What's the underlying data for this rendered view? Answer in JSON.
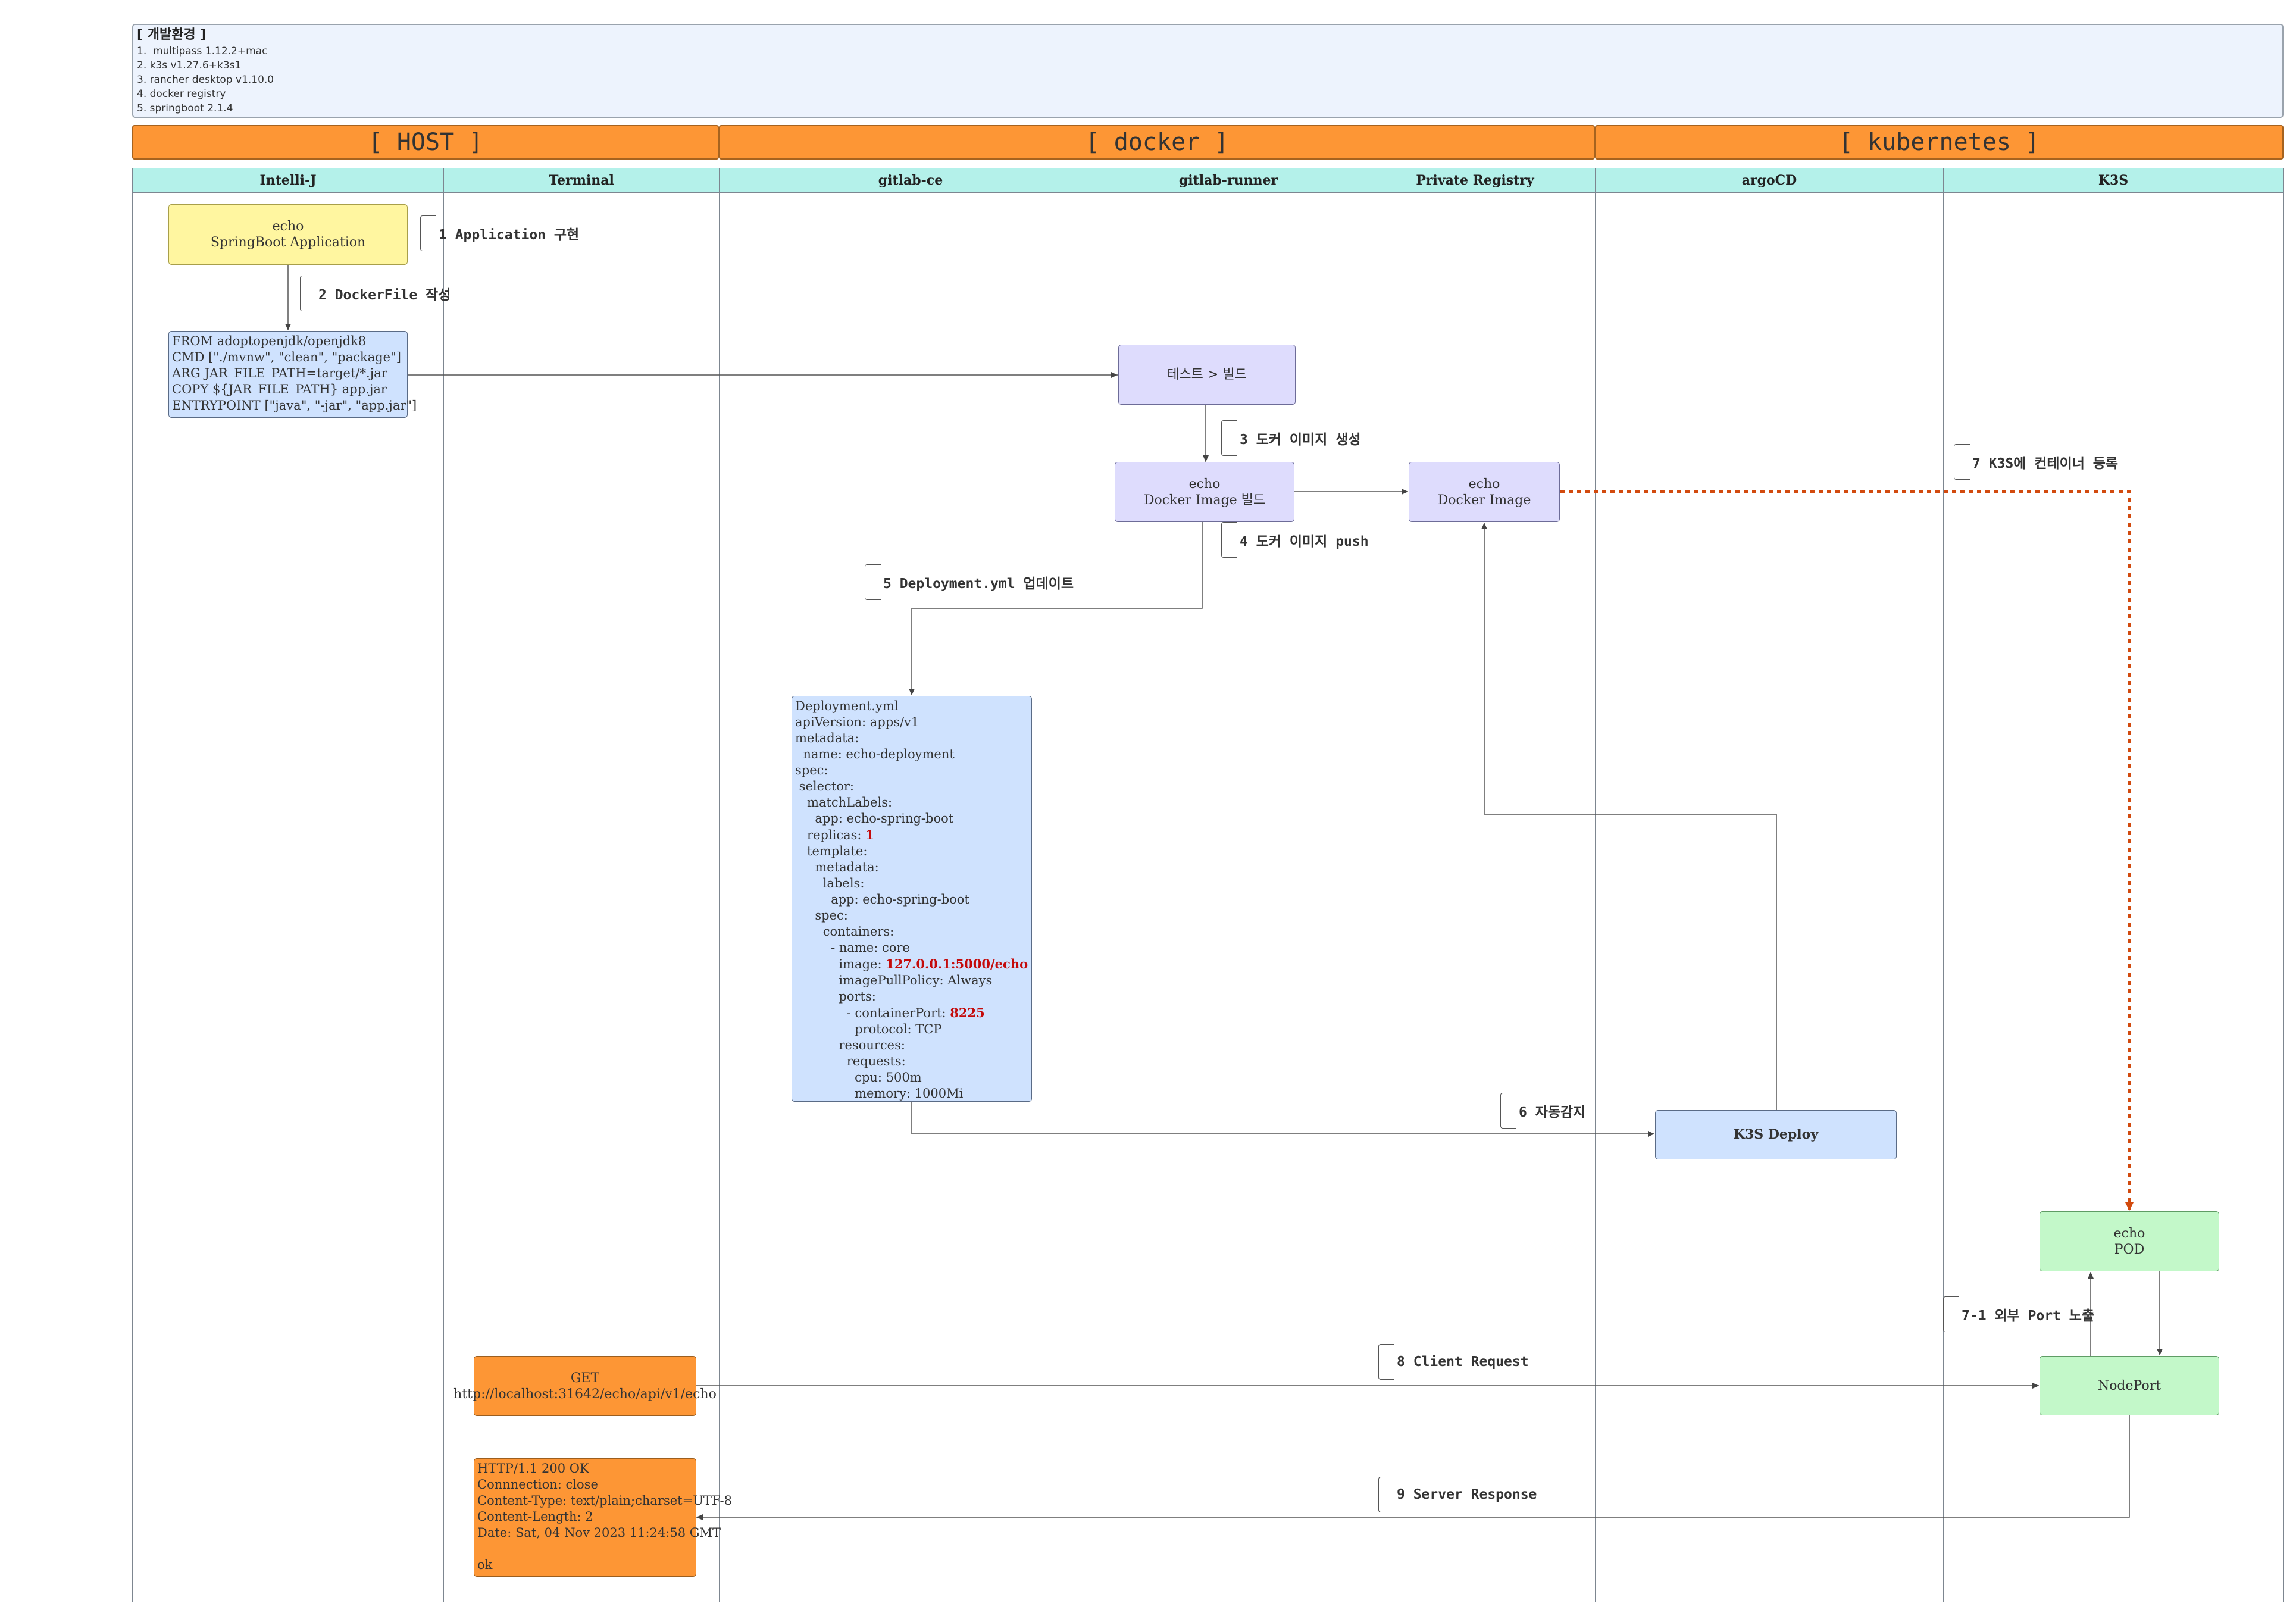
{
  "environment": {
    "title": "[ 개발환경 ]",
    "items": [
      "1.  multipass 1.12.2+mac",
      "2. k3s v1.27.6+k3s1",
      "3. rancher desktop v1.10.0",
      "4. docker registry",
      "5. springboot 2.1.4"
    ]
  },
  "groups": {
    "host": "[ HOST ]",
    "docker": "[ docker ]",
    "kubernetes": "[ kubernetes ]"
  },
  "lanes": {
    "intellij": "Intelli-J",
    "terminal": "Terminal",
    "gitlab_ce": "gitlab-ce",
    "gitlab_runner": "gitlab-runner",
    "private_registry": "Private Registry",
    "argocd": "argoCD",
    "k3s": "K3S"
  },
  "boxes": {
    "springboot_app": [
      "echo",
      "SpringBoot Application"
    ],
    "dockerfile": [
      "FROM adoptopenjdk/openjdk8",
      "CMD [\"./mvnw\", \"clean\", \"package\"]",
      "ARG JAR_FILE_PATH=target/*.jar",
      "COPY ${JAR_FILE_PATH} app.jar",
      "ENTRYPOINT [\"java\", \"-jar\", \"app.jar\"]"
    ],
    "test_build": "테스트 > 빌드",
    "docker_image_build": [
      "echo",
      "Docker Image 빌드"
    ],
    "docker_image": [
      "echo",
      "Docker Image"
    ],
    "deployment_yml": {
      "l01": "Deployment.yml",
      "l02": "apiVersion: apps/v1",
      "l03": "metadata:",
      "l04": "  name: echo-deployment",
      "l05": "spec:",
      "l06": " selector:",
      "l07": "   matchLabels:",
      "l08": "     app: echo-spring-boot",
      "l09_key": "   replicas: ",
      "l09_val": "1",
      "l10": "   template:",
      "l11": "     metadata:",
      "l12": "       labels:",
      "l13": "         app: echo-spring-boot",
      "l14": "     spec:",
      "l15": "       containers:",
      "l16": "         - name: core",
      "l17_key": "           image: ",
      "l17_val": "127.0.0.1:5000/echo",
      "l18": "           imagePullPolicy: Always",
      "l19": "           ports:",
      "l20_key": "             - containerPort: ",
      "l20_val": "8225",
      "l21": "               protocol: TCP",
      "l22": "           resources:",
      "l23": "             requests:",
      "l24": "               cpu: 500m",
      "l25": "               memory: 1000Mi"
    },
    "k3s_deploy": "K3S Deploy",
    "echo_pod": [
      "echo",
      "POD"
    ],
    "nodeport": "NodePort",
    "get_request": [
      "GET",
      "http://localhost:31642/echo/api/v1/echo"
    ],
    "http_response": [
      "HTTP/1.1 200 OK",
      "Connnection: close",
      "Content-Type: text/plain;charset=UTF-8",
      "Content-Length: 2",
      "Date: Sat, 04 Nov 2023 11:24:58 GMT",
      "",
      "ok"
    ]
  },
  "steps": {
    "s1": "1 Application 구현",
    "s2": "2 DockerFile 작성",
    "s3": "3 도커 이미지 생성",
    "s4": "4 도커 이미지 push",
    "s5": "5 Deployment.yml 업데이트",
    "s6": "6 자동감지",
    "s7": "7 K3S에 컨테이너 등록",
    "s7_1": "7-1 외부 Port 노출",
    "s8": "8 Client Request",
    "s9": "9 Server Response"
  },
  "colors": {
    "group_orange": "#fd9635",
    "lane_header": "#b4f1ea",
    "highlight_red": "#c40b0b",
    "dotted_connector": "#d24a0e"
  }
}
